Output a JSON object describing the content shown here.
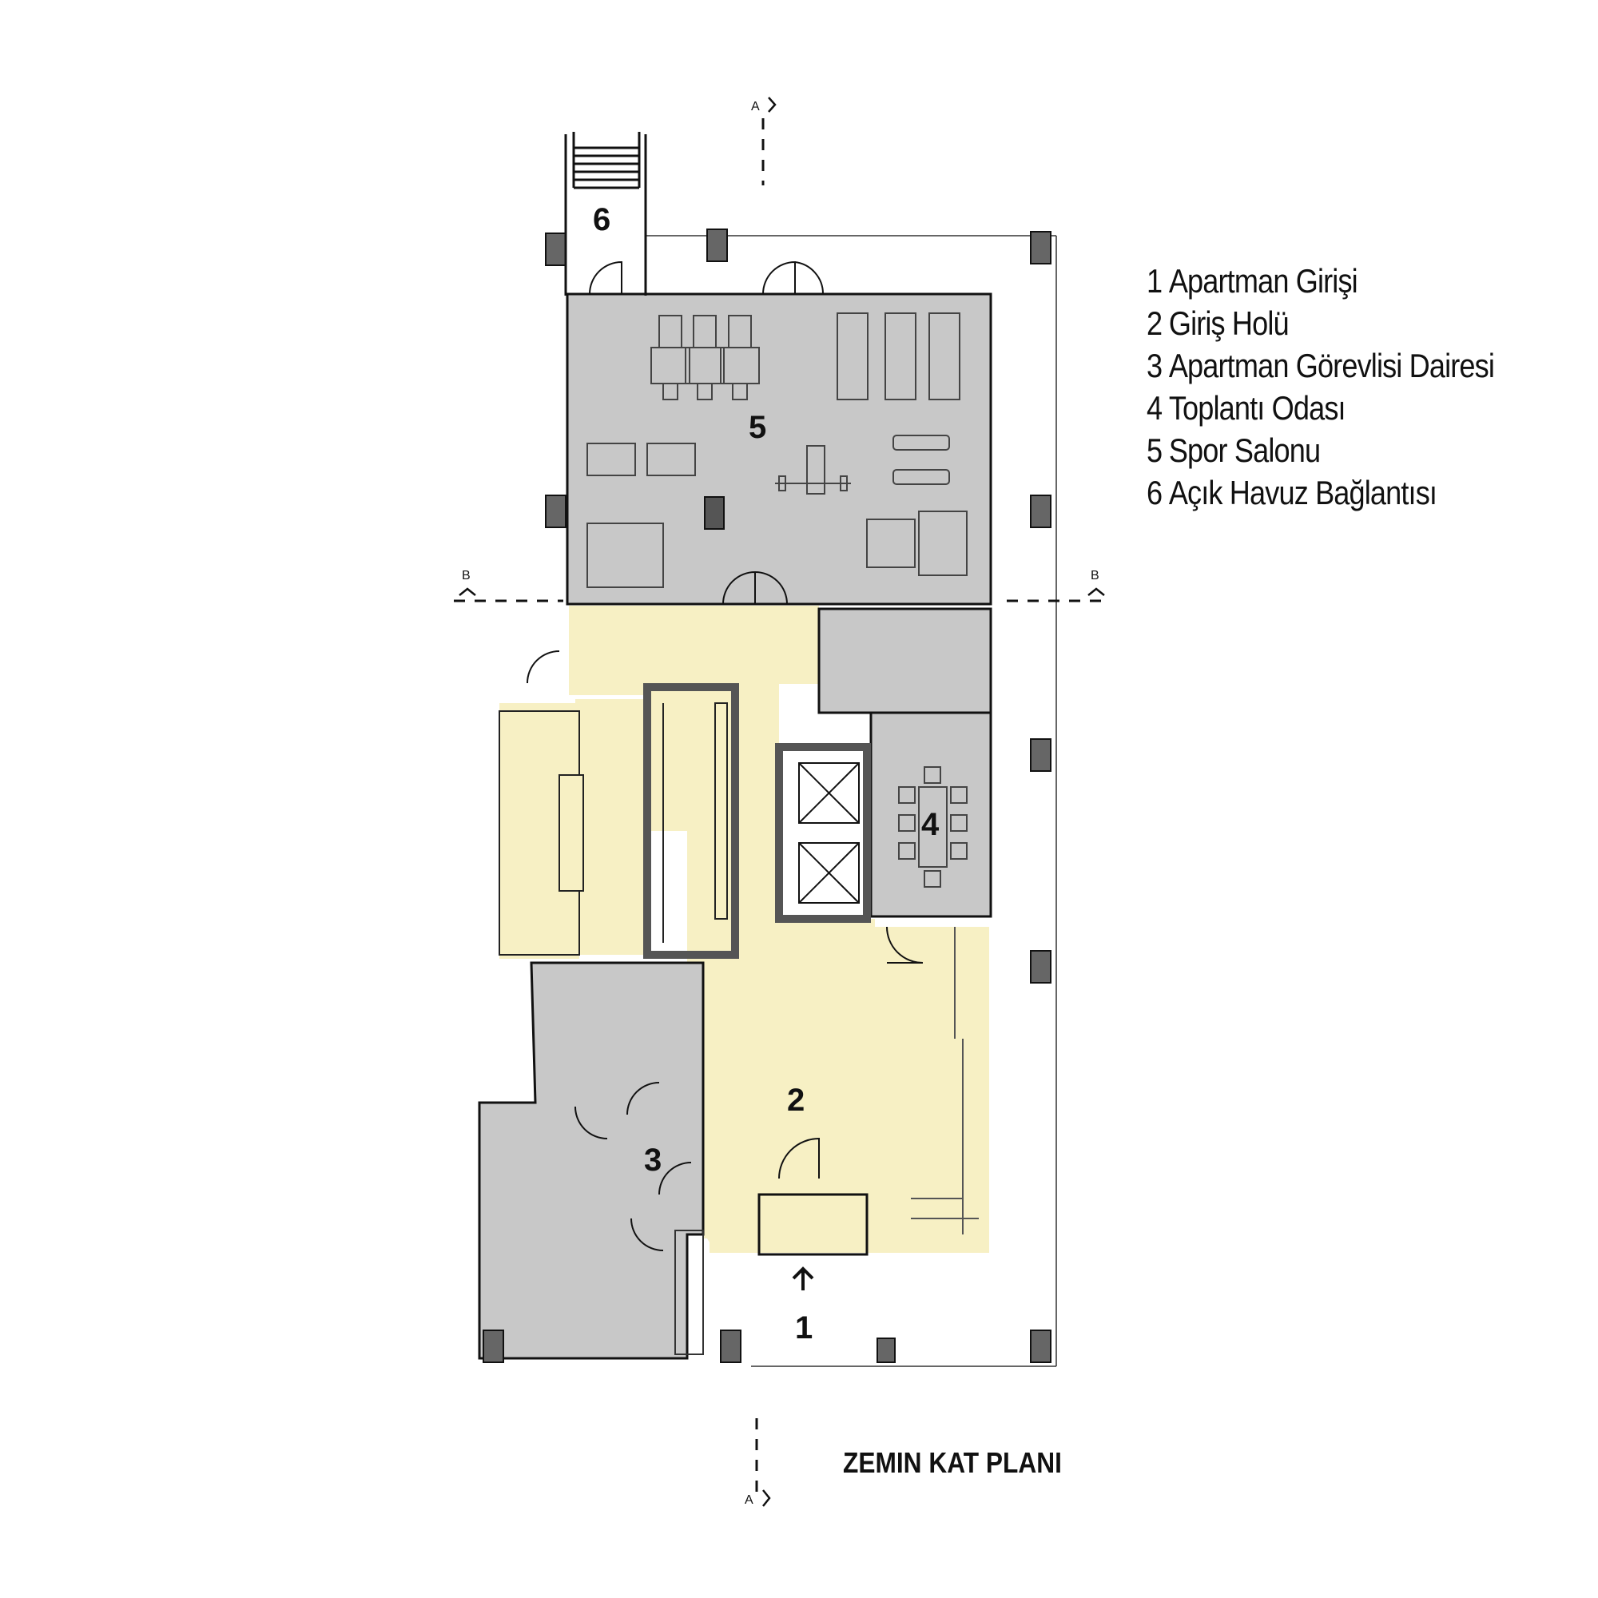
{
  "legend": [
    {
      "num": "1",
      "label": "Apartman Girişi"
    },
    {
      "num": "2",
      "label": "Giriş Holü"
    },
    {
      "num": "3",
      "label": "Apartman Görevlisi Dairesi"
    },
    {
      "num": "4",
      "label": "Toplantı Odası"
    },
    {
      "num": "5",
      "label": "Spor Salonu"
    },
    {
      "num": "6",
      "label": "Açık Havuz Bağlantısı"
    }
  ],
  "title": "ZEMIN KAT PLANI",
  "section_markers": {
    "a": "A",
    "b": "B"
  },
  "colors": {
    "hall": "#f7f0c4",
    "service": "#c8c8c8",
    "wall": "#111111",
    "column": "#666666"
  }
}
